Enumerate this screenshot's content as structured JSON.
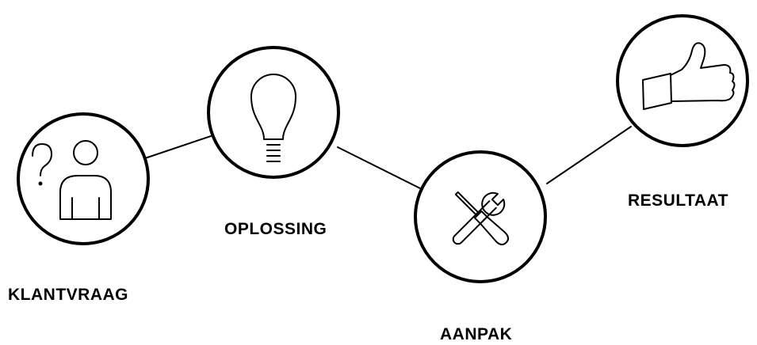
{
  "steps": [
    {
      "id": "klantvraag",
      "label": "KLANTVRAAG",
      "icon": "person-question-icon"
    },
    {
      "id": "oplossing",
      "label": "OPLOSSING",
      "icon": "lightbulb-icon"
    },
    {
      "id": "aanpak",
      "label": "AANPAK",
      "icon": "wrench-screwdriver-icon"
    },
    {
      "id": "resultaat",
      "label": "RESULTAAT",
      "icon": "thumbs-up-icon"
    }
  ],
  "colors": {
    "stroke": "#000000",
    "background": "#ffffff",
    "text": "#000000"
  }
}
